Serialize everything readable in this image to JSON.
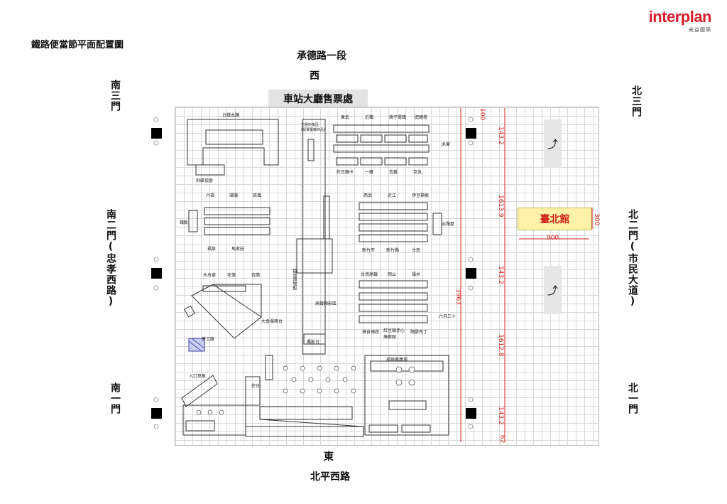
{
  "title": "鐵路便當節平面配置圖",
  "logo": {
    "text": "interplan",
    "sub": "安益國際"
  },
  "roads": {
    "north_top": "承德路一段",
    "west": "西",
    "ticket_office": "車站大廳售票處",
    "east": "東",
    "south_bottom": "北平西路"
  },
  "gates": {
    "south3": "南三門",
    "south2": "南二門(忠孝西路)",
    "south1": "南一門",
    "north3": "北三門",
    "north2": "北二門(市民大道)",
    "north1": "北一門"
  },
  "taipei_hall": {
    "label": "臺北館",
    "width_dim": "900",
    "height_dim": "300"
  },
  "dimensions": {
    "d1": "100",
    "d2": "143.2",
    "d3": "1613.9",
    "d4": "143.2",
    "d5": "3963",
    "d6": "1612.8",
    "d7": "143.2",
    "d8": "62"
  },
  "booths": {
    "b1": "台鐵本舖",
    "b2": "飛碟協會",
    "b3": "主題形象區\n(販賣臺鐵商品)",
    "b4": "東武",
    "b5": "近鐵",
    "b6": "銚子電鐵",
    "b7": "肥薩橙",
    "b8": "JR東",
    "b9": "紅豆麵卡",
    "b10": "一藏",
    "b11": "信義",
    "b12": "京急",
    "b13": "六福",
    "b14": "珊珊",
    "b15": "鉄風",
    "b16": "鐵軌",
    "b17": "福泉",
    "b18": "馬家莊",
    "b19": "西武",
    "b20": "近江",
    "b21": "伊豆箱根",
    "b22": "淡路屋",
    "b23": "新竹市",
    "b24": "新竹縣",
    "b25": "台南",
    "b26": "台灣高鐵",
    "b27": "岡山",
    "b28": "福井",
    "b29": "木舟宴",
    "b30": "花蓮",
    "b31": "宜蘭",
    "b32": "大會服務台",
    "b33": "夢工廠",
    "b34": "鐵道博物館",
    "b35": "高鐵微影區",
    "b36": "攝影台",
    "b37": "燒食燒蔬",
    "b38": "紅豆饅赤心\n燒麥館",
    "b39": "隔壁布丁",
    "b40": "六月三十",
    "b41": "入口意象",
    "b42": "控台",
    "b43": "福與媽廣場"
  }
}
